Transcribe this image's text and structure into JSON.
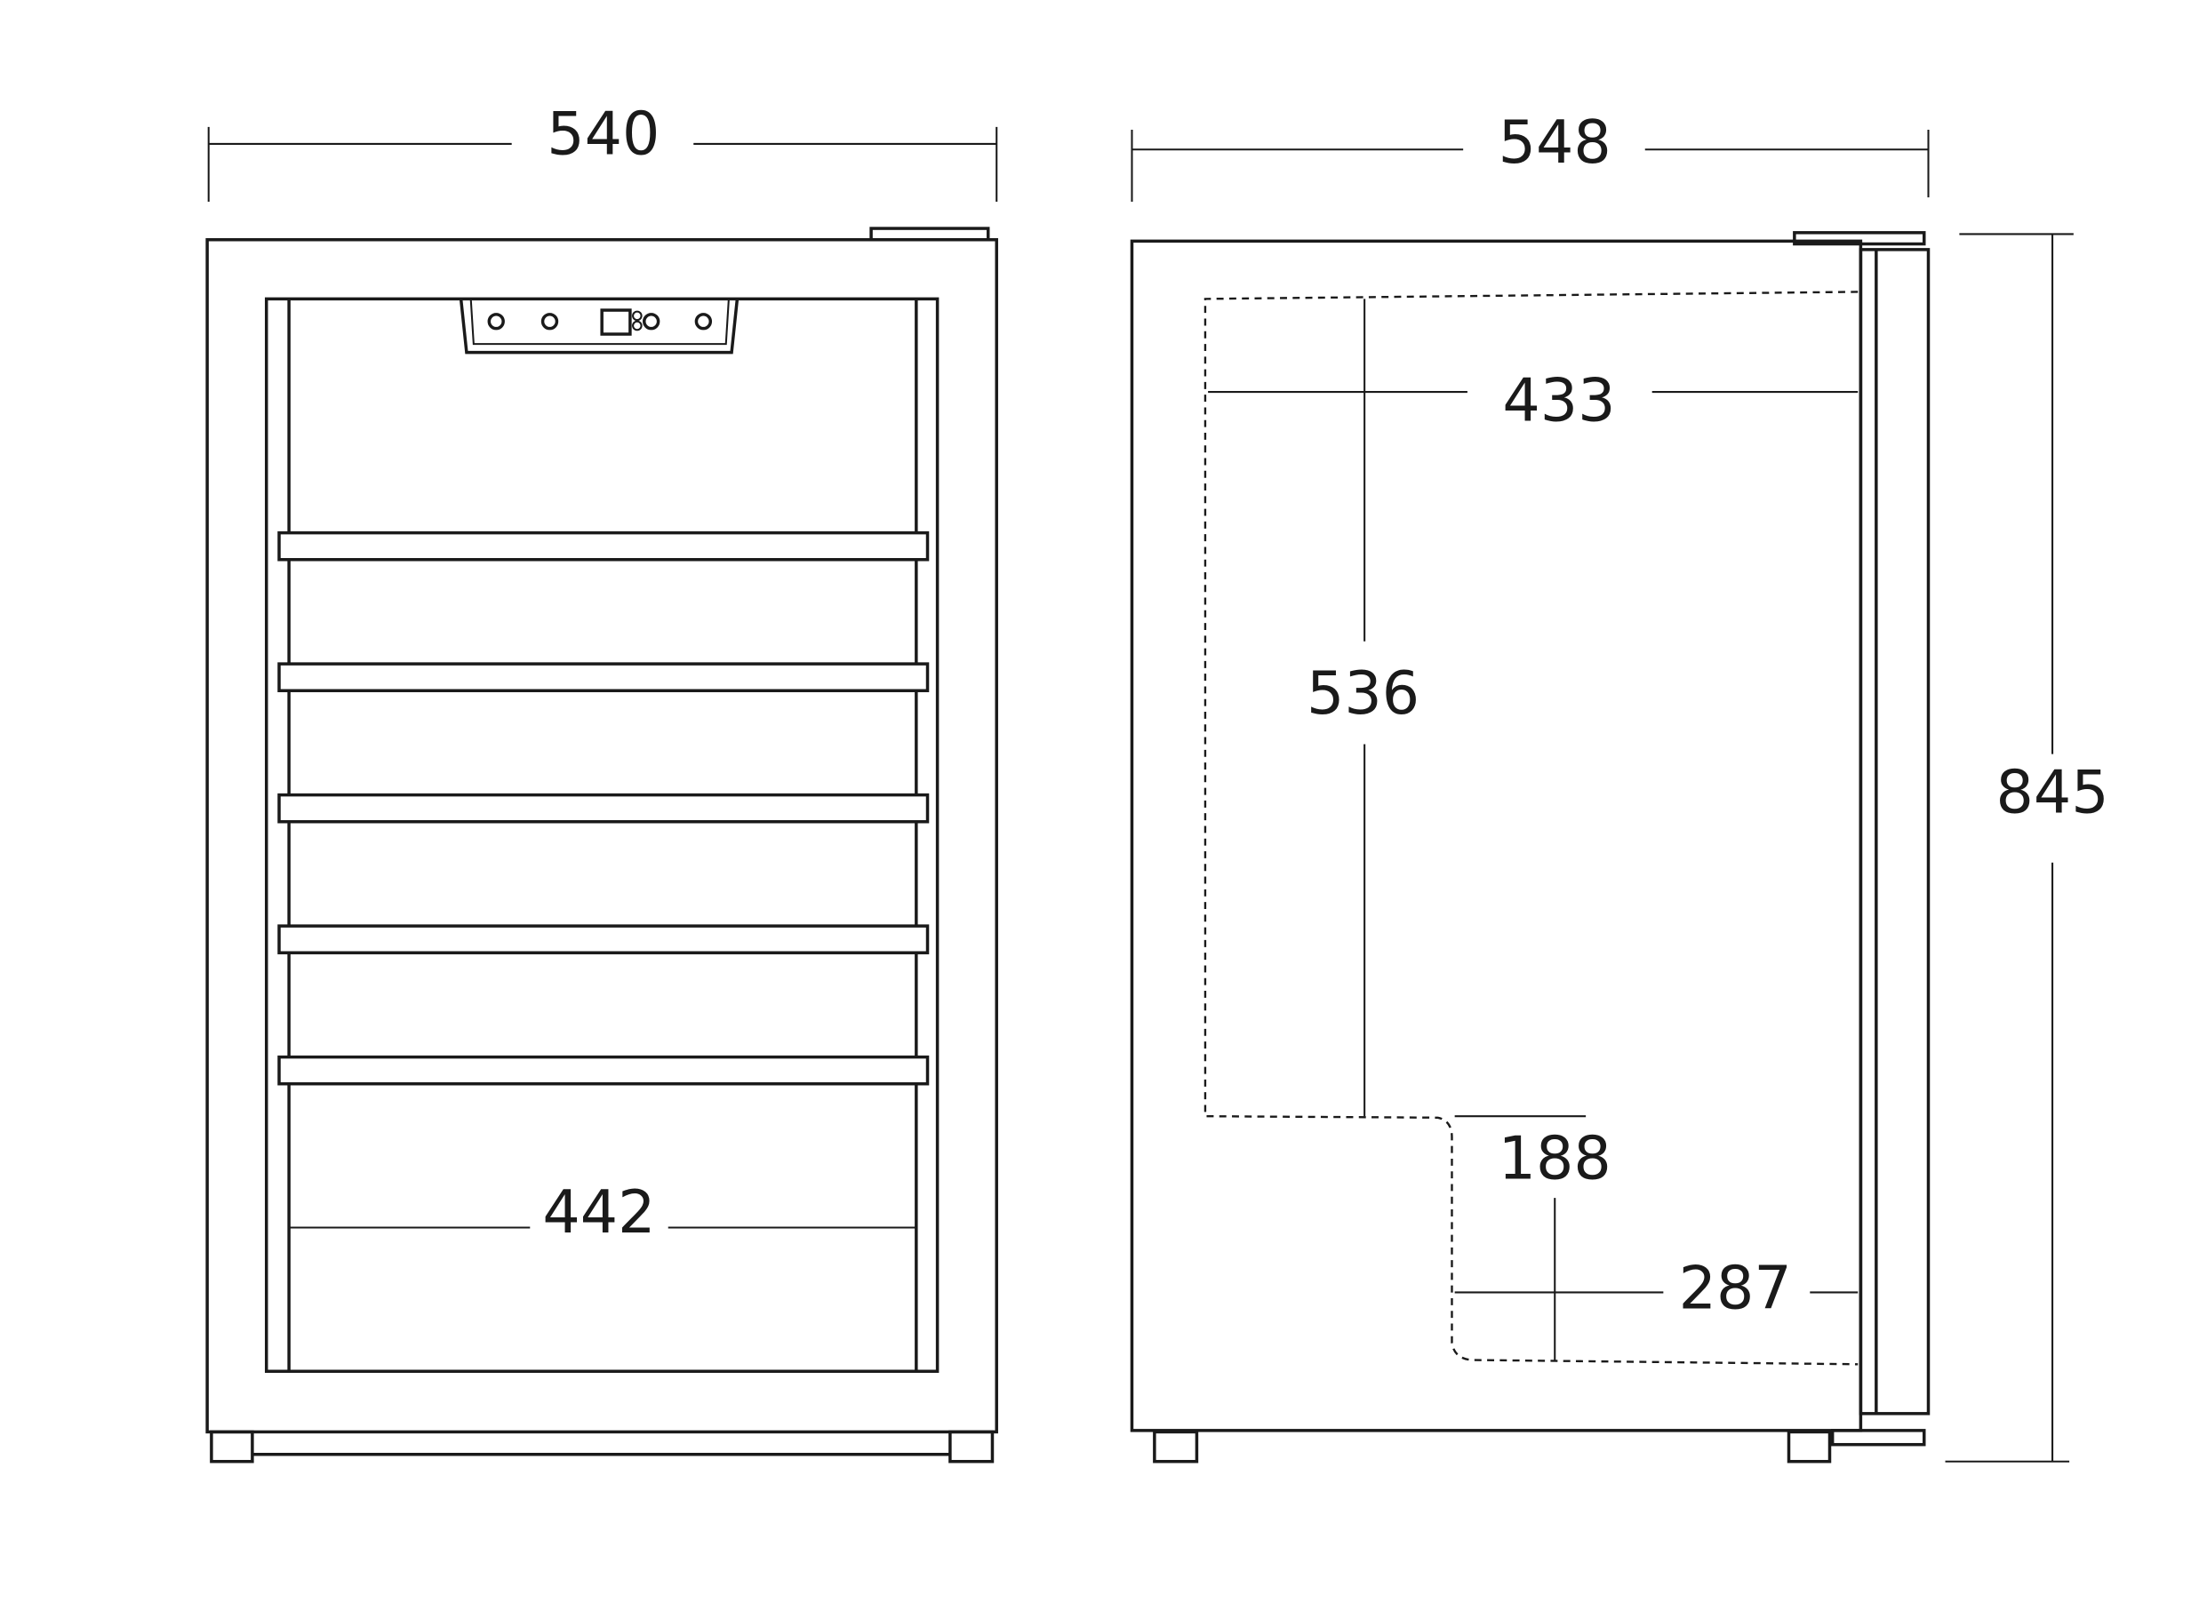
{
  "front_view": {
    "width_label": "540",
    "inner_width_label": "442",
    "shelf_count": 5
  },
  "side_view": {
    "depth_label": "548",
    "inner_depth_label": "433",
    "inner_height_label": "536",
    "step_height_label": "188",
    "step_depth_label": "287",
    "total_height_label": "845"
  }
}
